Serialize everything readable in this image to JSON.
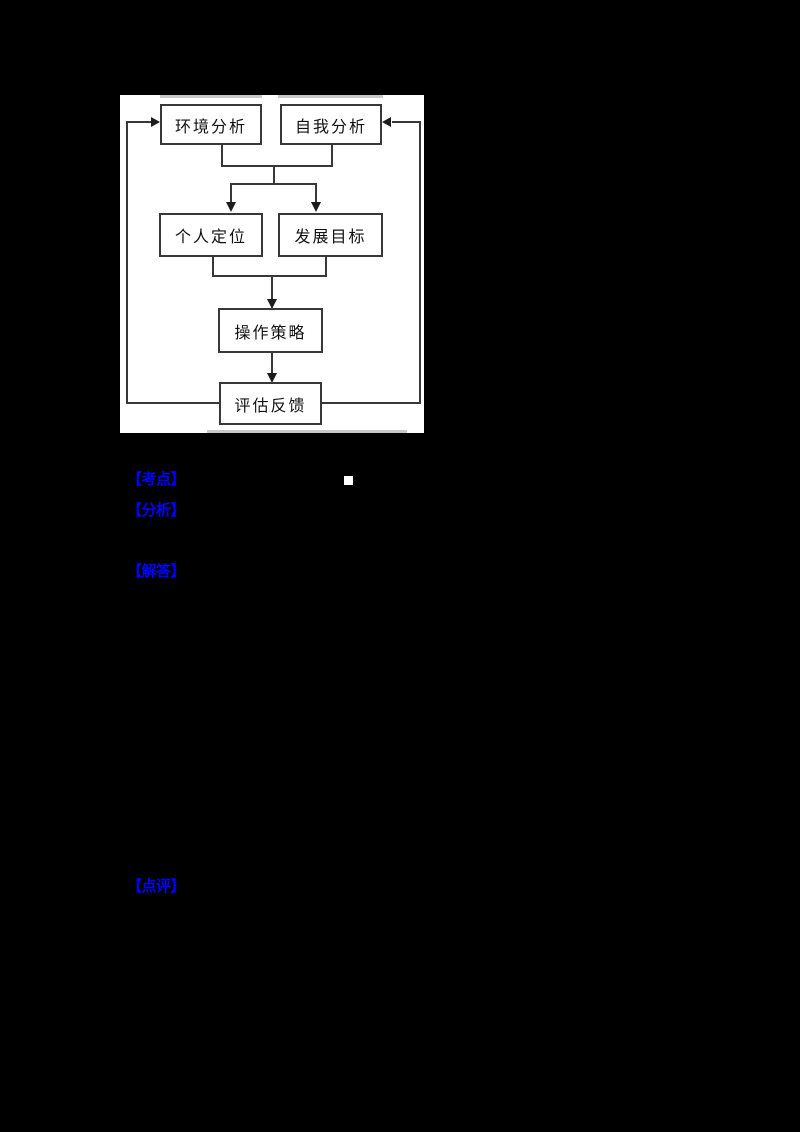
{
  "page": {
    "background_color": "#000000"
  },
  "figure": {
    "type": "flowchart",
    "background_color": "#ffffff",
    "line_color": "#383838",
    "text_color": "#111111",
    "nodes": {
      "env": {
        "label": "环境分析"
      },
      "self": {
        "label": "自我分析"
      },
      "position": {
        "label": "个人定位"
      },
      "goal": {
        "label": "发展目标"
      },
      "strategy": {
        "label": "操作策略"
      },
      "evaluation": {
        "label": "评估反馈"
      }
    },
    "flow": [
      "环境分析+自我分析 → 个人定位",
      "环境分析+自我分析 → 发展目标",
      "个人定位+发展目标 → 操作策略",
      "操作策略 → 评估反馈",
      "评估反馈 → 环境分析 (反馈回路)",
      "评估反馈 → 自我分析 (反馈回路)"
    ]
  },
  "annotations": {
    "color": "#0000ff",
    "items": [
      {
        "label": "【考点】"
      },
      {
        "label": "【分析】"
      },
      {
        "label": "【解答】"
      },
      {
        "label": "【点评】"
      }
    ]
  },
  "marker": {
    "color": "#ffffff"
  }
}
